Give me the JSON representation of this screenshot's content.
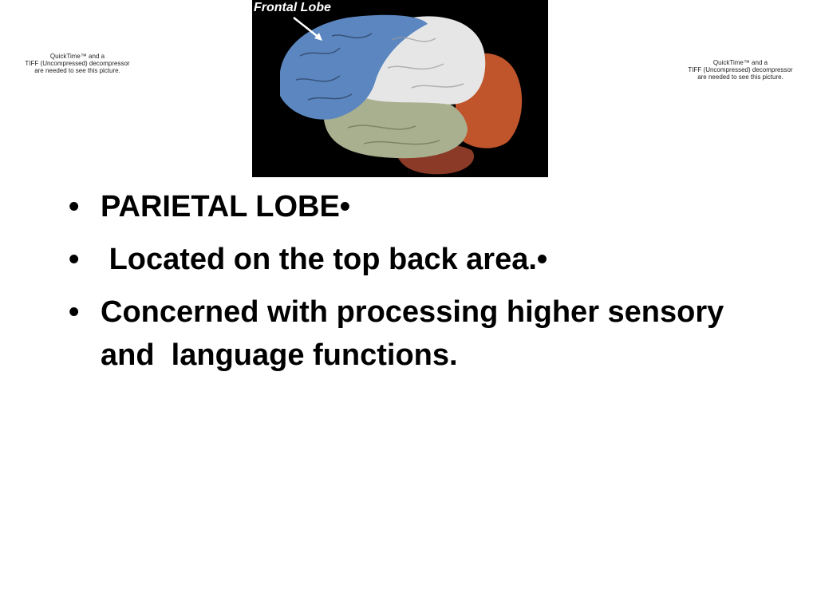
{
  "placeholders": {
    "left": {
      "line1": "QuickTime™ and a",
      "line2": "TIFF (Uncompressed) decompressor",
      "line3": "are needed to see this picture."
    },
    "right": {
      "line1": "QuickTime™ and a",
      "line2": "TIFF (Uncompressed) decompressor",
      "line3": "are needed to see this picture."
    }
  },
  "figure": {
    "caption": "Frontal Lobe",
    "colors": {
      "frontal": "#5b86c0",
      "parietal": "#e6e6e6",
      "occipital": "#c0552c",
      "temporal": "#a9b08f",
      "cerebellum": "#8a3a26",
      "background": "#000000"
    }
  },
  "bullets": [
    {
      "marker": "•",
      "text": "PARIETAL LOBE•"
    },
    {
      "marker": "•",
      "text": " Located on the top back area.•"
    },
    {
      "marker": "•",
      "text": "Concerned with processing higher sensory and  language functions."
    }
  ]
}
